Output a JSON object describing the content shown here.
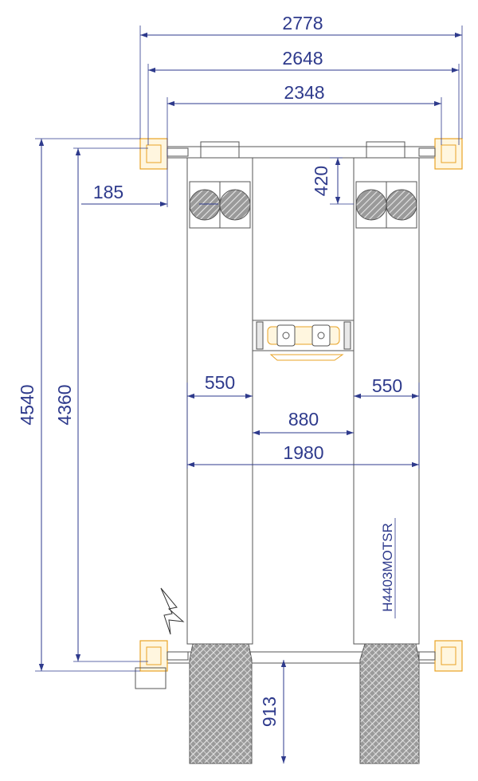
{
  "diagram": {
    "product_code": "H4403MOTSR",
    "colors": {
      "dimension": "#2e3a8c",
      "post": "#e8a326",
      "outline": "#555555",
      "tread": "#7a7a7a"
    },
    "dimensions": {
      "overall_width": "2778",
      "width_2": "2648",
      "width_3": "2348",
      "post_offset": "185",
      "ramp_offset": "420",
      "overall_length": "4540",
      "length_2": "4360",
      "ramp_width_left": "550",
      "ramp_width_right": "550",
      "inner_gap": "880",
      "ramps_width": "1980",
      "end_ramp": "913"
    }
  }
}
